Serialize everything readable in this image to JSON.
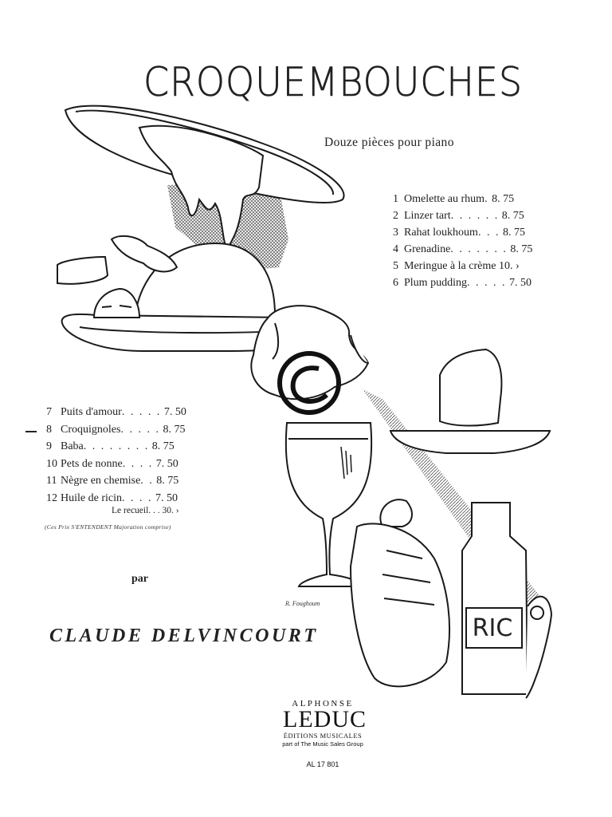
{
  "title": "CROQUEMBOUCHES",
  "subtitle": "Douze pièces pour piano",
  "pieces_right": [
    {
      "num": "1",
      "label": "Omelette au rhum",
      "dots": " .",
      "price": "8. 75"
    },
    {
      "num": "2",
      "label": "Linzer tart",
      "dots": " . . . . . .",
      "price": "8. 75"
    },
    {
      "num": "3",
      "label": "Rahat loukhoum",
      "dots": " . . .",
      "price": "8. 75"
    },
    {
      "num": "4",
      "label": "Grenadine",
      "dots": ". . . . . . .",
      "price": "8. 75"
    },
    {
      "num": "5",
      "label": "Meringue à la crème",
      "dots": "",
      "price": "10. ›"
    },
    {
      "num": "6",
      "label": "Plum pudding",
      "dots": ". . . . .",
      "price": "7. 50"
    }
  ],
  "pieces_left": [
    {
      "num": "7",
      "label": "Puits d'amour",
      "dots": ". . . . .",
      "price": "7. 50"
    },
    {
      "num": "8",
      "label": "Croquignoles",
      "dots": " . . . . .",
      "price": "8. 75"
    },
    {
      "num": "9",
      "label": "Baba",
      "dots": " . . . . . . . .",
      "price": "8. 75"
    },
    {
      "num": "10",
      "label": "Pets de nonne",
      "dots": " . . . .",
      "price": "7. 50"
    },
    {
      "num": "11",
      "label": "Nègre en chemise",
      "dots": ". .",
      "price": "8. 75"
    },
    {
      "num": "12",
      "label": "Huile de ricin",
      "dots": ". . . .",
      "price": "7. 50"
    }
  ],
  "recueil": "Le recueil. . .   30.  ›",
  "price_note": "(Ces Prix S'ENTENDENT Majoration comprise)",
  "par": "par",
  "composer": "CLAUDE DELVINCOURT",
  "illustrator_signature": "R. Foughoum",
  "bottle_label": "RIC",
  "publisher": {
    "line1": "ALPHONSE",
    "name": "LEDUC",
    "line2": "ÉDITIONS MUSICALES",
    "group": "part of The Music Sales Group"
  },
  "catalog_number": "AL 17 801",
  "colors": {
    "ink": "#1a1a1a",
    "paper": "#ffffff",
    "hatch": "#333333"
  }
}
